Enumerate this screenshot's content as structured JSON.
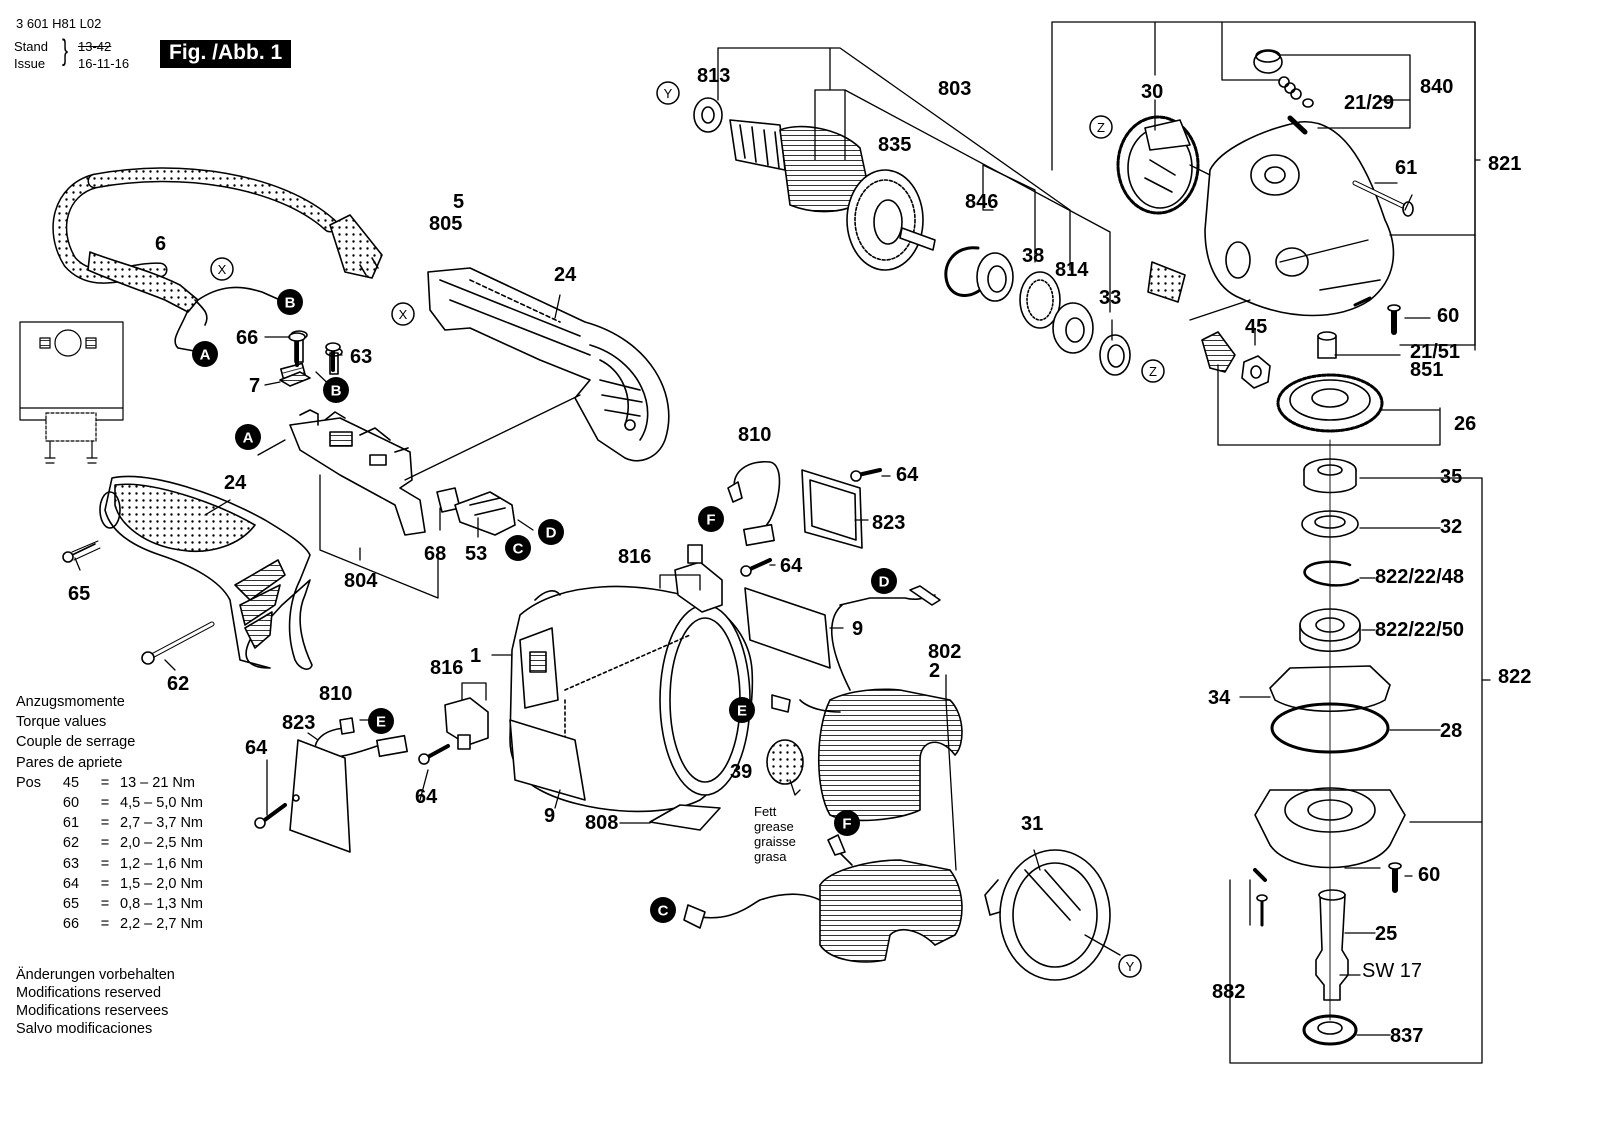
{
  "header": {
    "doc_number": "3 601 H81 L02",
    "stand_label": "Stand",
    "issue_label": "Issue",
    "old_date": "13-42",
    "new_date": "16-11-16",
    "figure": "Fig. /Abb. 1"
  },
  "torque": {
    "title_de": "Anzugsmomente",
    "title_en": "Torque values",
    "title_fr": "Couple de serrage",
    "title_es": "Pares de apriete",
    "pos_label": "Pos",
    "rows": [
      {
        "pos": "45",
        "value": "13 – 21 Nm"
      },
      {
        "pos": "60",
        "value": "4,5 – 5,0 Nm"
      },
      {
        "pos": "61",
        "value": "2,7 – 3,7 Nm"
      },
      {
        "pos": "62",
        "value": "2,0 – 2,5 Nm"
      },
      {
        "pos": "63",
        "value": "1,2 – 1,6 Nm"
      },
      {
        "pos": "64",
        "value": "1,5 – 2,0 Nm"
      },
      {
        "pos": "65",
        "value": "0,8 – 1,3 Nm"
      },
      {
        "pos": "66",
        "value": "2,2 – 2,7 Nm"
      }
    ]
  },
  "modifications": [
    "Änderungen vorbehalten",
    "Modifications reserved",
    "Modifications reservees",
    "Salvo modificaciones"
  ],
  "grease_note": [
    "Fett",
    "grease",
    "graisse",
    "grasa"
  ],
  "part_labels": {
    "p813": "813",
    "p803": "803",
    "p30": "30",
    "p840": "840",
    "p2129": "21/29",
    "p835": "835",
    "p821": "821",
    "p61": "61",
    "p846": "846",
    "p5": "5",
    "p805": "805",
    "p6": "6",
    "p38": "38",
    "p814": "814",
    "p24a": "24",
    "p33": "33",
    "p45": "45",
    "p60a": "60",
    "p2151": "21/51",
    "p851": "851",
    "p66": "66",
    "p63": "63",
    "p7": "7",
    "p26": "26",
    "p810a": "810",
    "p64a": "64",
    "p24b": "24",
    "p823a": "823",
    "p35": "35",
    "p32": "32",
    "p65": "65",
    "p68": "68",
    "p53": "53",
    "p816a": "816",
    "p64b": "64",
    "p804": "804",
    "p82248": "822/22/48",
    "p82250": "822/22/50",
    "p9a": "9",
    "p802": "802",
    "p2": "2",
    "p62": "62",
    "p1": "1",
    "p816b": "816",
    "p822": "822",
    "p810b": "810",
    "p34": "34",
    "p823b": "823",
    "p28": "28",
    "p64c": "64",
    "p39": "39",
    "p64d": "64",
    "p9b": "9",
    "p808": "808",
    "p31": "31",
    "p60b": "60",
    "p25": "25",
    "sw17": "SW 17",
    "p882": "882",
    "p837": "837"
  },
  "wire_refs": {
    "A": "A",
    "B": "B",
    "C": "C",
    "D": "D",
    "E": "E",
    "F": "F",
    "X": "X",
    "Y": "Y",
    "Z": "Z"
  }
}
